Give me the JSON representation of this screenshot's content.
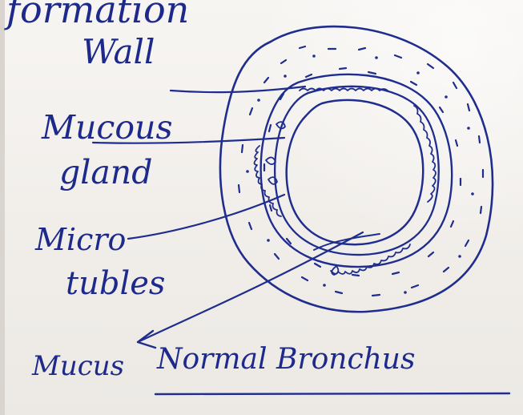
{
  "diagram": {
    "top_cutoff_text": "formation",
    "labels": {
      "wall": "Wall",
      "mucous_gland_line1": "Mucous",
      "mucous_gland_line2": "gland",
      "microtubules_line1": "Micro",
      "microtubules_line2": "tubles",
      "mucus": "Mucus"
    },
    "caption": "Normal Bronchus"
  },
  "colors": {
    "ink": "#1f2d8e",
    "paper": "#f3f1ee"
  }
}
